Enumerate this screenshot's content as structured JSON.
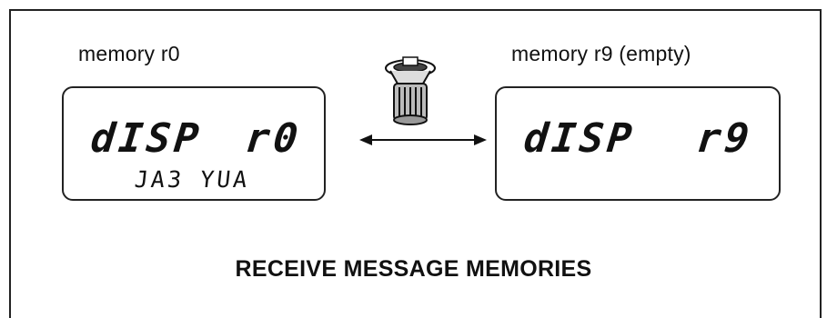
{
  "left_panel": {
    "caption": "memory r0",
    "display_main": "dISP",
    "display_channel": "r0",
    "display_sub": "JA3 YUA"
  },
  "right_panel": {
    "caption": "memory r9 (empty)",
    "display_main": "dISP",
    "display_channel": "r9"
  },
  "control": {
    "icon": "rotary-knob-icon",
    "connector": "double-arrow-icon"
  },
  "title": "RECEIVE MESSAGE MEMORIES"
}
